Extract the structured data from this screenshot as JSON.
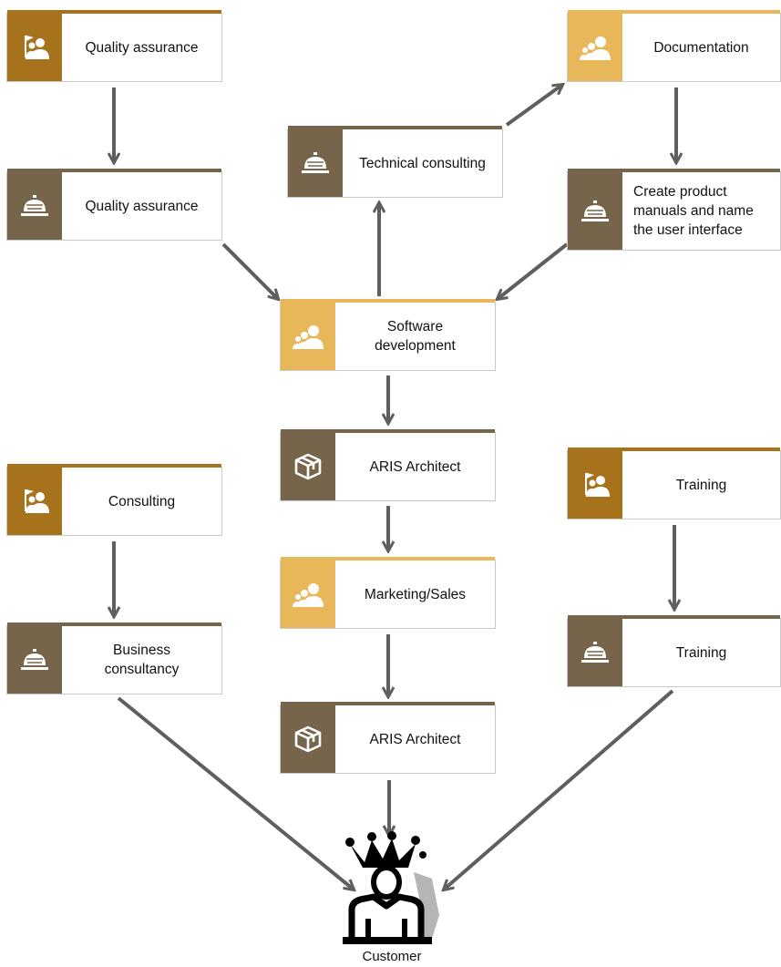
{
  "colors": {
    "orgunit_dark": "#a7721c",
    "orgunit_light": "#e8b75a",
    "function_brown": "#76654a",
    "edge": "#5f5f5f"
  },
  "nodes": [
    {
      "id": "qa-org",
      "kind": "orgunit-dark",
      "icon": "flag-person-icon",
      "label": "Quality assurance"
    },
    {
      "id": "qa-service",
      "kind": "function",
      "icon": "service-bell-icon",
      "label": "Quality assurance"
    },
    {
      "id": "tech-consult",
      "kind": "function",
      "icon": "service-bell-icon",
      "label": "Technical consulting"
    },
    {
      "id": "documentation",
      "kind": "orgunit-light",
      "icon": "group-icon",
      "label": "Documentation"
    },
    {
      "id": "create-manuals",
      "kind": "function",
      "icon": "service-bell-icon",
      "label": "Create product manuals and name the user interface"
    },
    {
      "id": "software-dev",
      "kind": "orgunit-light",
      "icon": "group-icon",
      "label": "Software development"
    },
    {
      "id": "aris-1",
      "kind": "product",
      "icon": "package-icon",
      "label": "ARIS Architect"
    },
    {
      "id": "consulting-org",
      "kind": "orgunit-dark",
      "icon": "flag-person-icon",
      "label": "Consulting"
    },
    {
      "id": "marketing",
      "kind": "orgunit-light",
      "icon": "group-icon",
      "label": "Marketing/Sales"
    },
    {
      "id": "training-org",
      "kind": "orgunit-dark",
      "icon": "flag-person-icon",
      "label": "Training"
    },
    {
      "id": "business-consult",
      "kind": "function",
      "icon": "service-bell-icon",
      "label": "Business consultancy"
    },
    {
      "id": "training-service",
      "kind": "function",
      "icon": "service-bell-icon",
      "label": "Training"
    },
    {
      "id": "aris-2",
      "kind": "product",
      "icon": "package-icon",
      "label": "ARIS Architect"
    }
  ],
  "customer": {
    "label": "Customer",
    "icon": "customer-king-icon"
  },
  "edges": [
    [
      "qa-org",
      "qa-service"
    ],
    [
      "qa-service",
      "software-dev"
    ],
    [
      "software-dev",
      "tech-consult"
    ],
    [
      "tech-consult",
      "documentation"
    ],
    [
      "documentation",
      "create-manuals"
    ],
    [
      "create-manuals",
      "software-dev"
    ],
    [
      "software-dev",
      "aris-1"
    ],
    [
      "aris-1",
      "marketing"
    ],
    [
      "marketing",
      "aris-2"
    ],
    [
      "consulting-org",
      "business-consult"
    ],
    [
      "training-org",
      "training-service"
    ],
    [
      "business-consult",
      "customer"
    ],
    [
      "aris-2",
      "customer"
    ],
    [
      "training-service",
      "customer"
    ]
  ]
}
